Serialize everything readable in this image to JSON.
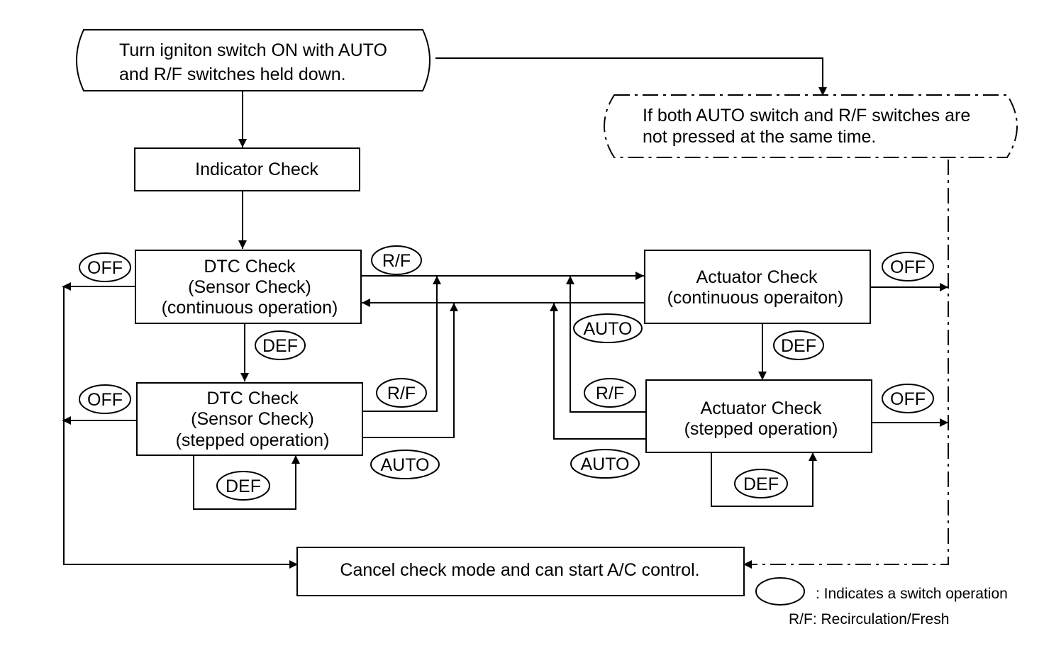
{
  "start": {
    "line1": "Turn igniton switch ON with AUTO",
    "line2": "and R/F switches held down."
  },
  "condition": {
    "line1": "If both AUTO switch and R/F switches are",
    "line2": "not pressed at the same time."
  },
  "indicator_check": "Indicator Check",
  "dtc_continuous": {
    "line1": "DTC Check",
    "line2": "(Sensor Check)",
    "line3": "(continuous operation)"
  },
  "dtc_stepped": {
    "line1": "DTC Check",
    "line2": "(Sensor Check)",
    "line3": "(stepped operation)"
  },
  "actuator_continuous": {
    "line1": "Actuator Check",
    "line2": "(continuous operaiton)"
  },
  "actuator_stepped": {
    "line1": "Actuator Check",
    "line2": "(stepped operation)"
  },
  "cancel": "Cancel check mode and can start A/C control.",
  "switches": {
    "off": "OFF",
    "rf": "R/F",
    "def": "DEF",
    "auto": "AUTO"
  },
  "legend": {
    "oval_text": ": Indicates a switch operation",
    "rf_text": "R/F: Recirculation/Fresh"
  }
}
